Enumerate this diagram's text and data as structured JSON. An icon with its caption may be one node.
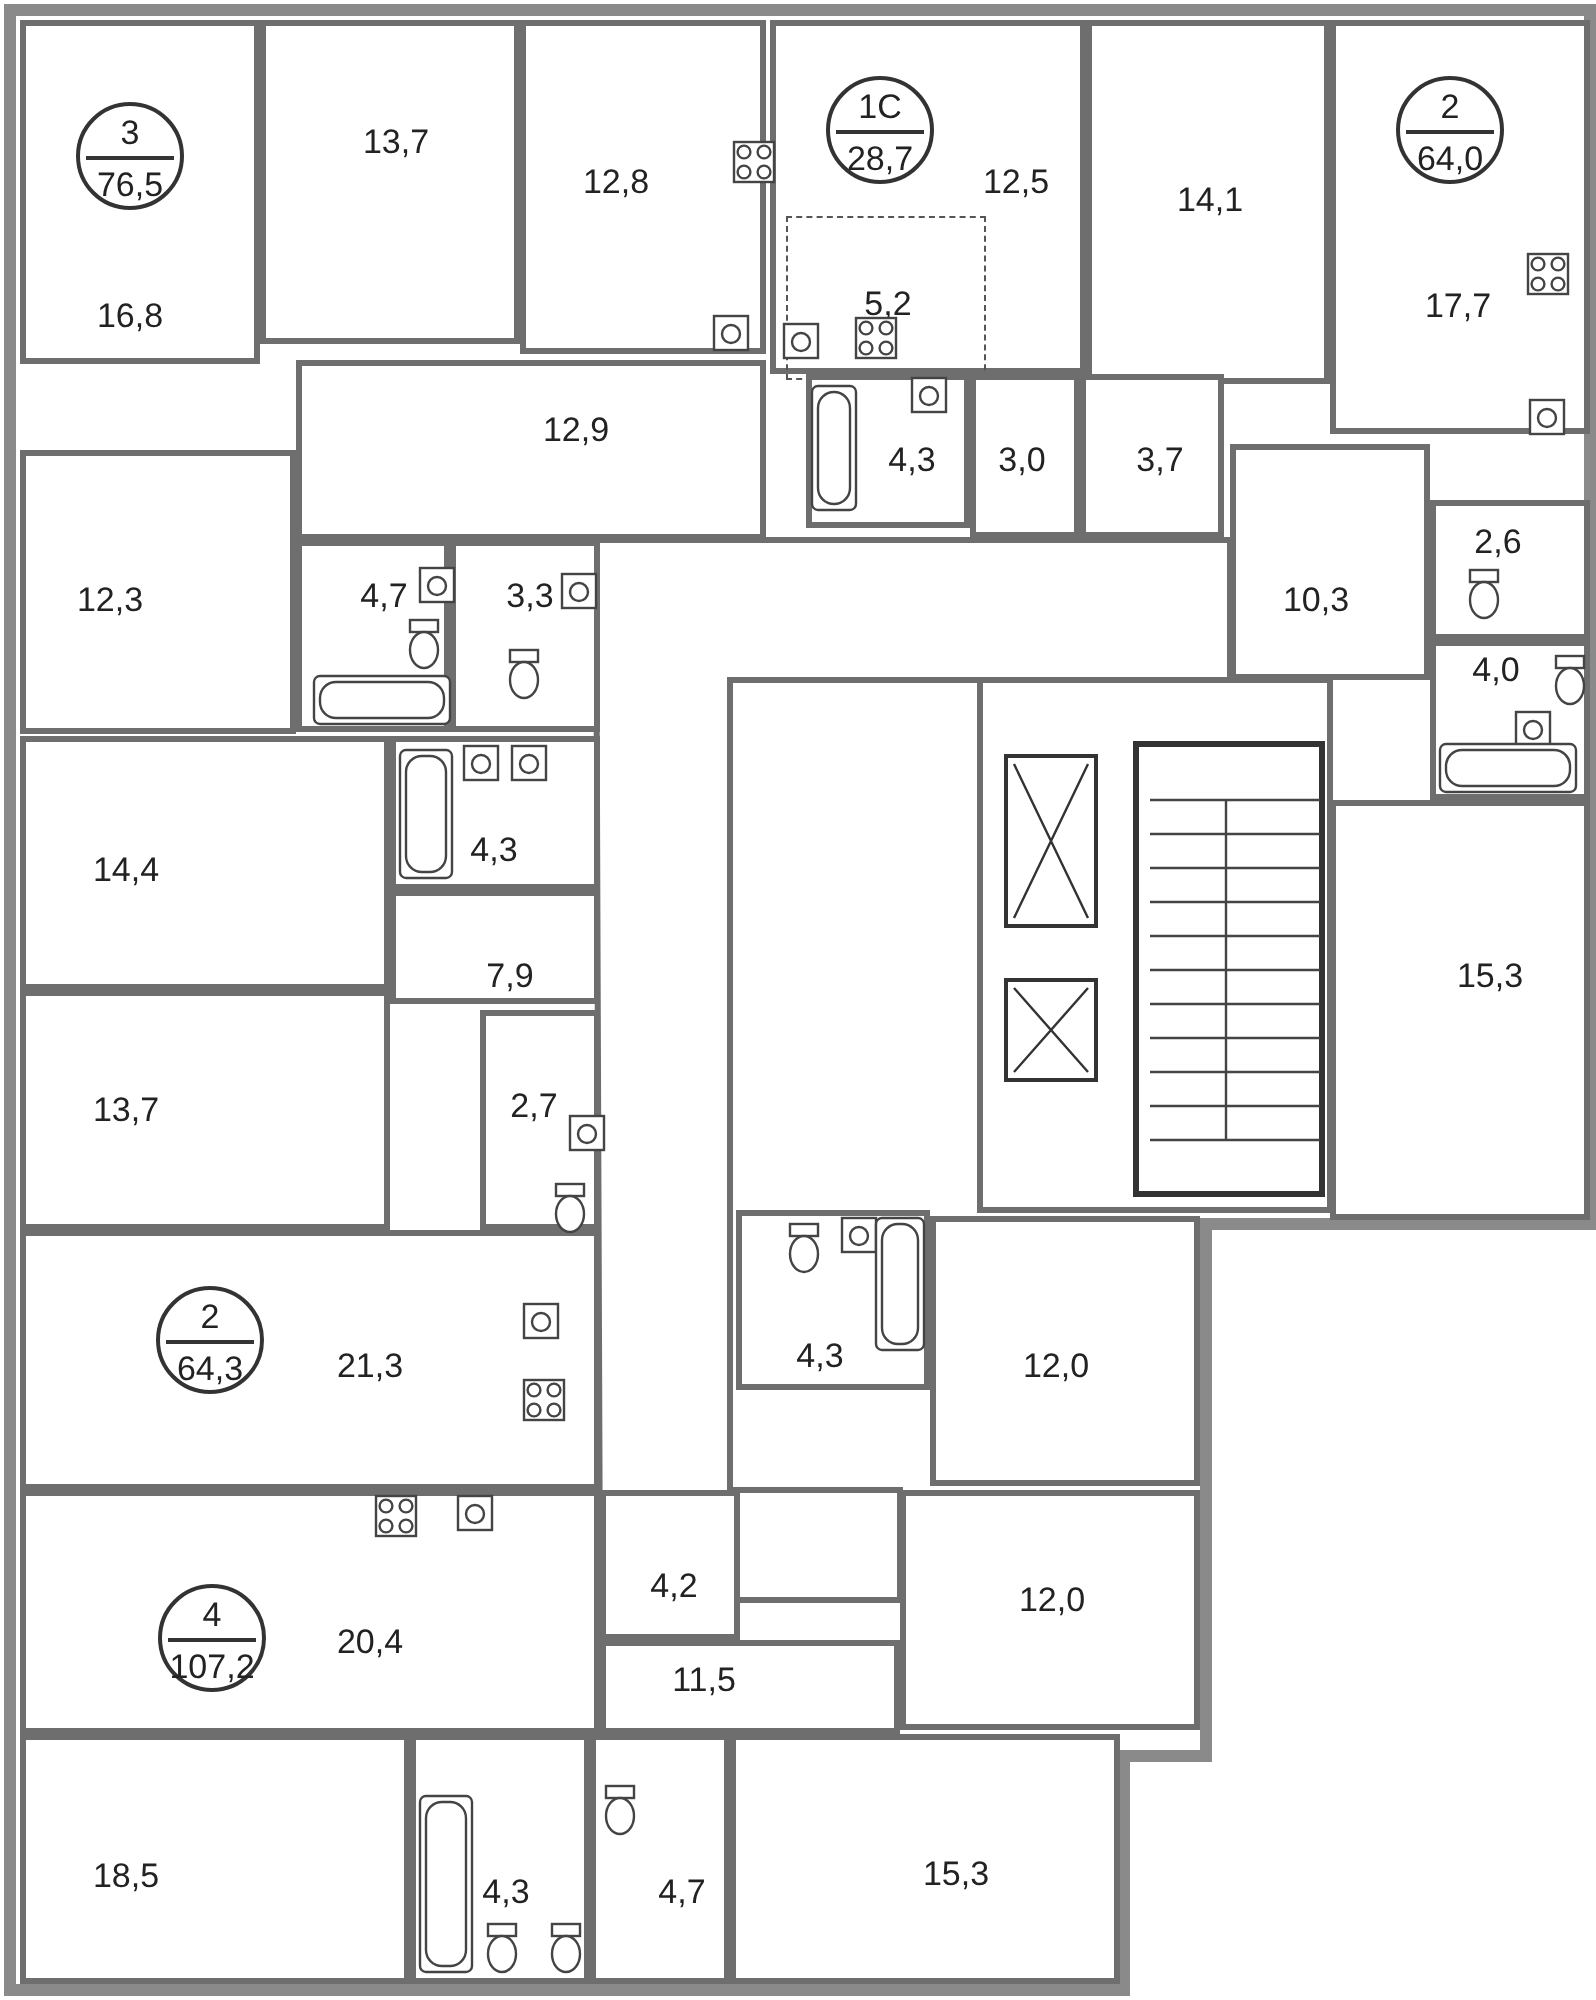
{
  "diagram": {
    "nodes": [
      {
        "text": [
          "16,8"
        ]
      },
      {
        "text": [
          "3",
          "76,5"
        ],
        "in": 0
      },
      {
        "text": [
          "13,7"
        ]
      },
      {
        "text": [
          "12,8"
        ]
      },
      {
        "text": [
          "12,5"
        ]
      },
      {
        "text": [
          "1С",
          "28,7"
        ],
        "in": 4
      },
      {
        "text": [
          "5,2"
        ],
        "in": 4
      },
      {
        "text": [
          "14,1"
        ]
      },
      {
        "text": [
          "17,7"
        ]
      },
      {
        "text": [
          "2",
          "64,0"
        ],
        "in": 8
      },
      {
        "text": [
          "12,9"
        ]
      },
      {
        "text": [
          "4,3"
        ]
      },
      {
        "text": [
          "3,0"
        ]
      },
      {
        "text": [
          "3,7"
        ]
      },
      {
        "text": [
          "12,3"
        ]
      },
      {
        "text": [
          "4,7"
        ]
      },
      {
        "text": [
          "3,3"
        ]
      },
      {
        "text": [
          "10,3"
        ]
      },
      {
        "text": [
          "2,6"
        ]
      },
      {
        "text": [
          "4,0"
        ]
      },
      {
        "text": [
          "14,4"
        ]
      },
      {
        "text": [
          "4,3"
        ]
      },
      {
        "text": [
          "7,9"
        ]
      },
      {
        "text": [
          "13,7"
        ]
      },
      {
        "text": [
          "2,7"
        ]
      },
      {
        "text": [
          "15,3"
        ]
      },
      {
        "text": [
          "21,3"
        ]
      },
      {
        "text": [
          "2",
          "64,3"
        ],
        "in": 26
      },
      {
        "text": [
          "4,3"
        ]
      },
      {
        "text": [
          "12,0"
        ]
      },
      {
        "text": [
          "4,2"
        ]
      },
      {
        "text": [
          "12,0"
        ]
      },
      {
        "text": [
          "20,4"
        ]
      },
      {
        "text": [
          "4",
          "107,2"
        ],
        "in": 32
      },
      {
        "text": [
          "11,5"
        ]
      },
      {
        "text": [
          "18,5"
        ]
      },
      {
        "text": [
          "4,3"
        ]
      },
      {
        "text": [
          "4,7"
        ]
      },
      {
        "text": [
          "15,3"
        ]
      }
    ]
  }
}
